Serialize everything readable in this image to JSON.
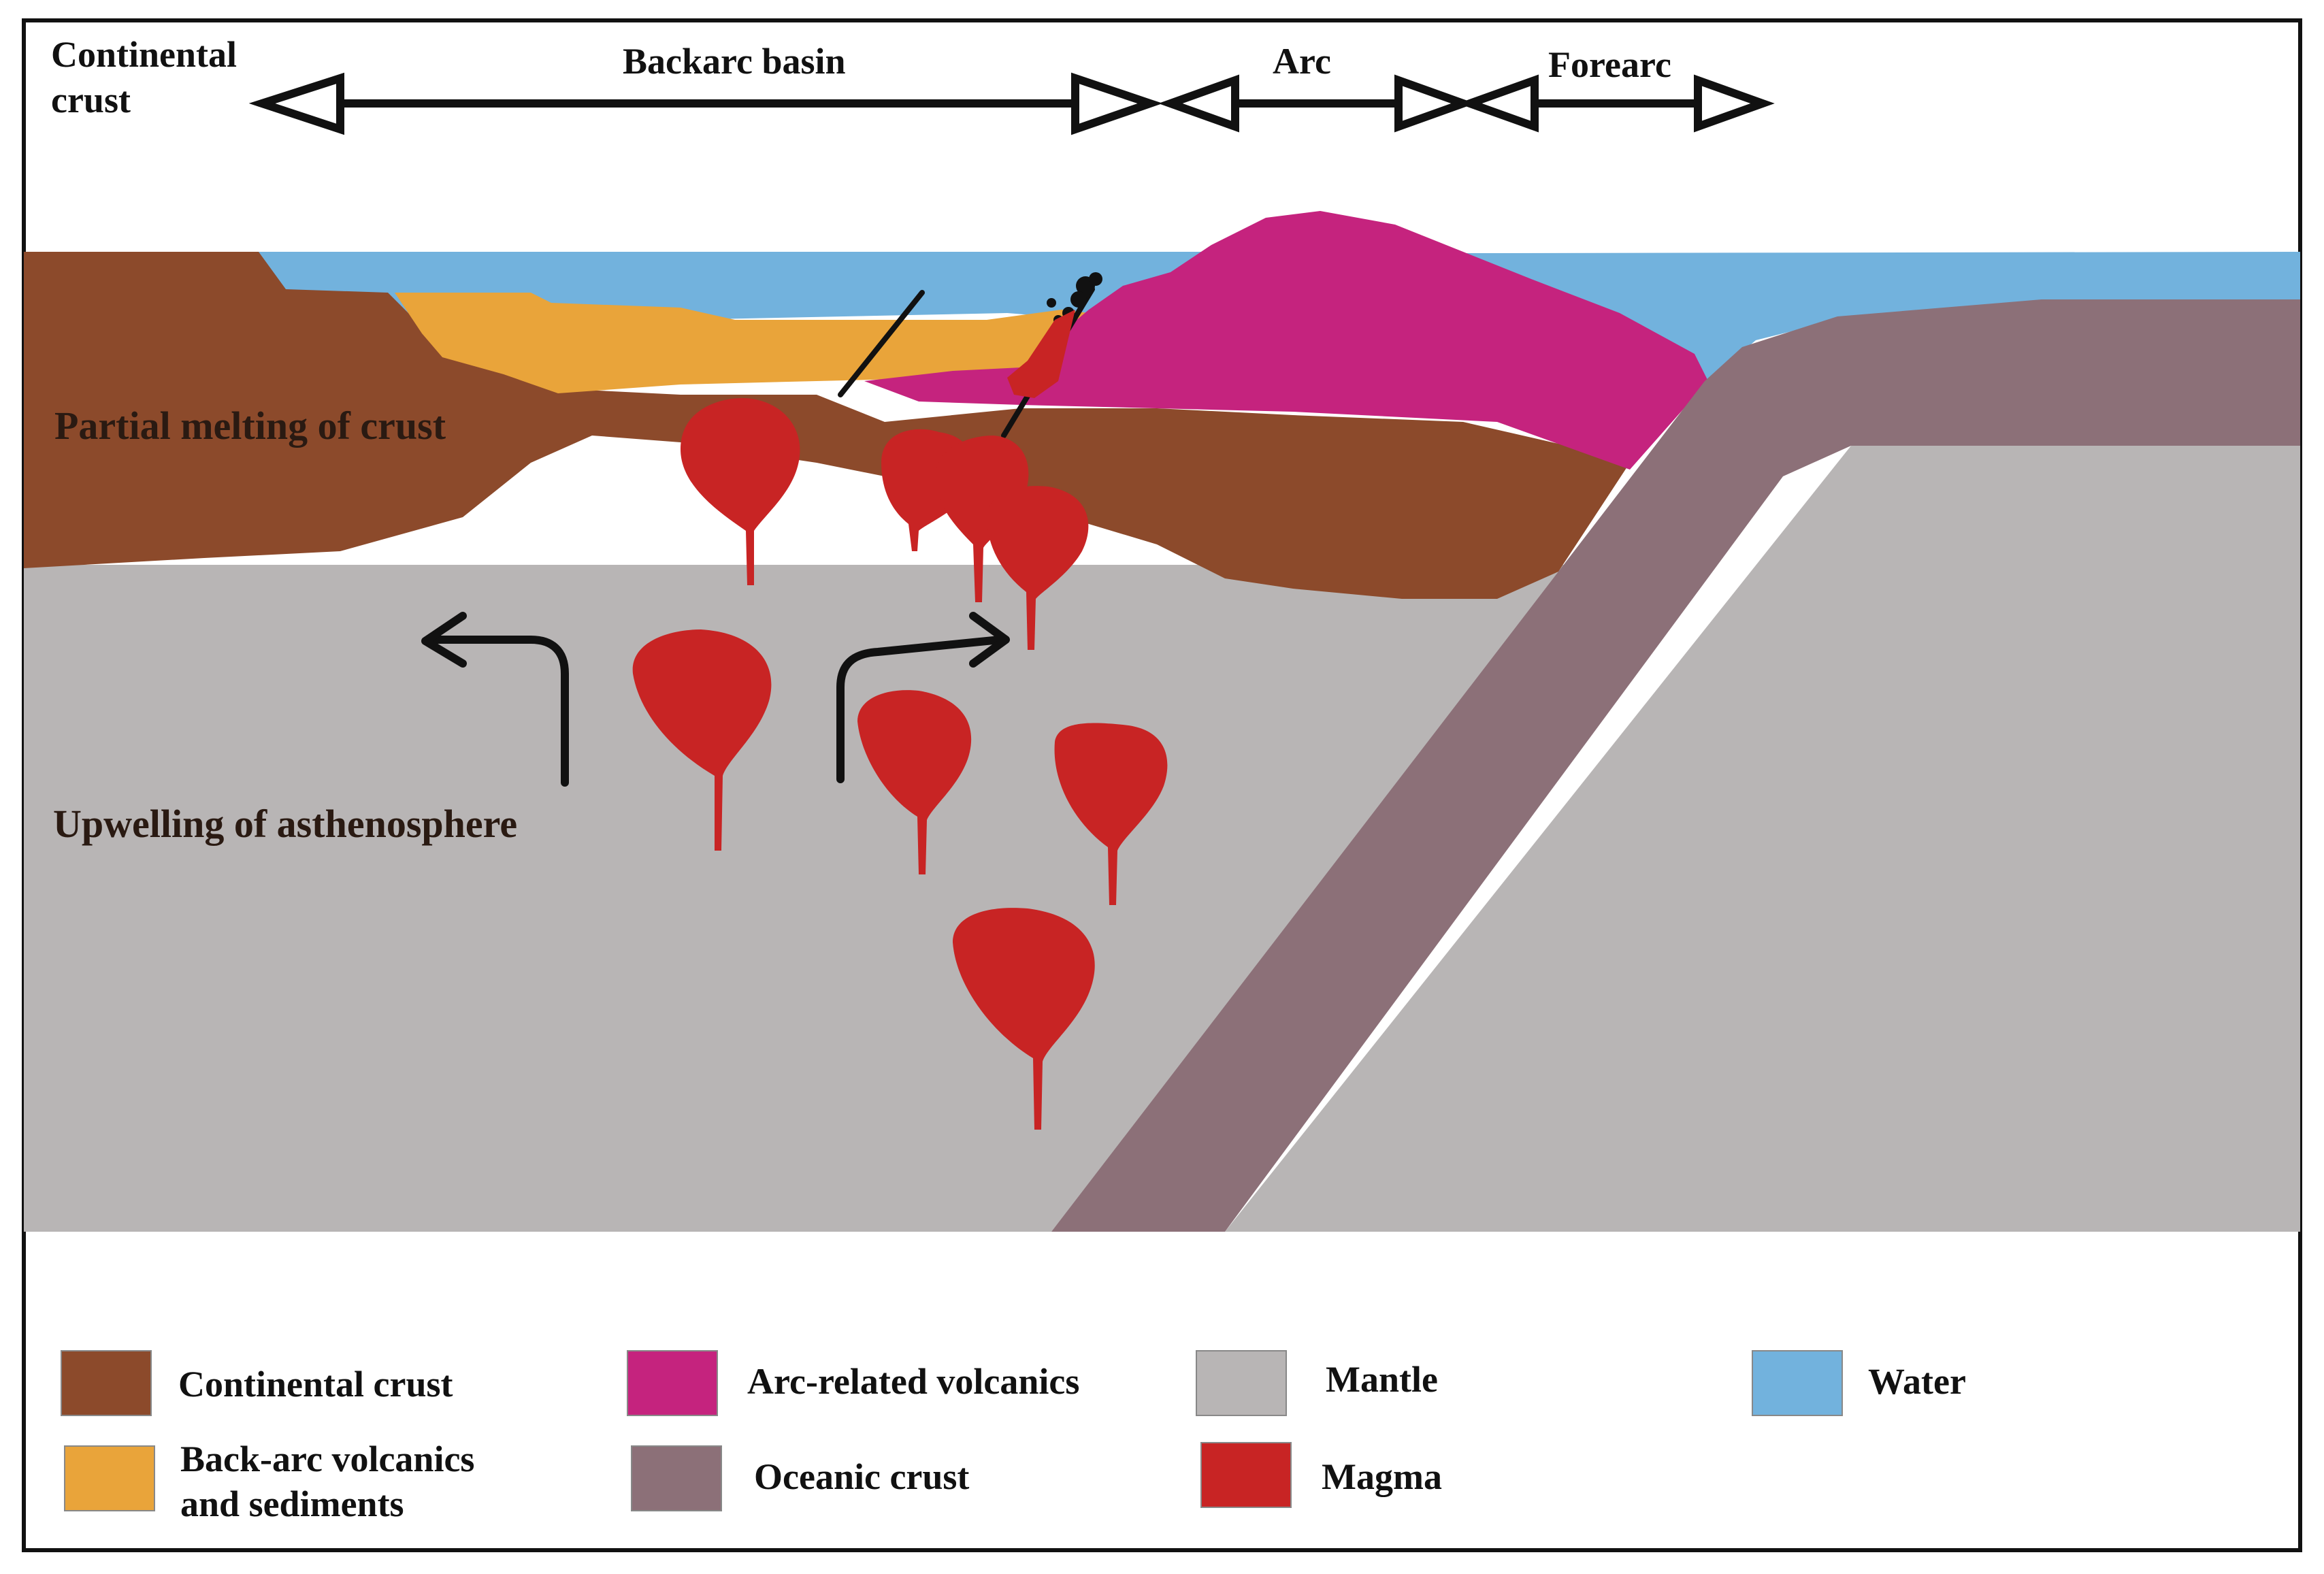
{
  "labels": {
    "continental_crust_line1": "Continental",
    "continental_crust_line2": "crust",
    "backarc_basin": "Backarc basin",
    "arc": "Arc",
    "forearc": "Forearc",
    "partial_melting": "Partial melting of crust",
    "upwelling": "Upwelling of asthenosphere"
  },
  "colors": {
    "continental_crust": "#8c4a2b",
    "backarc_volcanics": "#e9a43a",
    "arc_volcanics": "#c5237e",
    "mantle": "#b8b5b5",
    "oceanic_crust": "#8c7078",
    "magma": "#c82424",
    "water": "#72b2dd",
    "outline": "#111111"
  },
  "legend": [
    {
      "label": "Continental crust",
      "color": "#8c4a2b"
    },
    {
      "label": "Back-arc volcanics",
      "label2": "and sediments",
      "color": "#e9a43a"
    },
    {
      "label": "Arc-related volcanics",
      "color": "#c5237e"
    },
    {
      "label": "Oceanic crust",
      "color": "#8c7078"
    },
    {
      "label": "Mantle",
      "color": "#b8b5b5"
    },
    {
      "label": "Magma",
      "color": "#c82424"
    },
    {
      "label": "Water",
      "color": "#72b2dd"
    }
  ]
}
